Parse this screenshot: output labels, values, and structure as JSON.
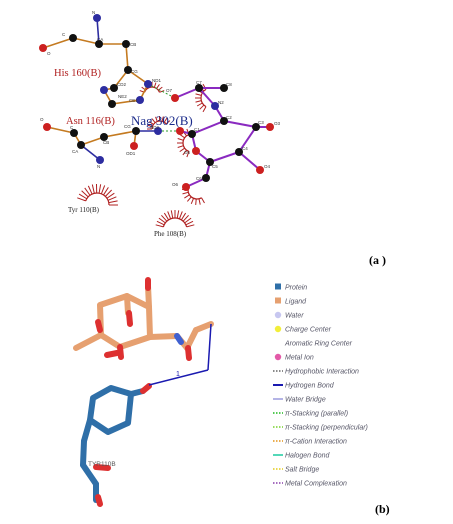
{
  "panel_a": {
    "label": "(a )",
    "residues": {
      "his": "His 160(B)",
      "asn": "Asn 116(B)",
      "nag": "Nag 302(B)",
      "tyr": "Tyr 110(B)",
      "phe": "Phe 108(B)"
    },
    "atom_labels": {
      "n1": "N",
      "ca1": "CA",
      "c1": "C",
      "o1": "O",
      "cb1": "CB",
      "cg1": "CG",
      "nd1": "ND1",
      "ce1": "CE1",
      "ne2": "NE2",
      "cd2": "CD2",
      "o2": "O",
      "c2": "C",
      "ca2": "CA",
      "n2": "N",
      "cb2": "CB",
      "cg2": "CG",
      "od1": "OD1",
      "nd2": "ND2",
      "o7": "O7",
      "c7": "C7",
      "c8": "C8",
      "n2n": "N2",
      "c2n": "C2",
      "c1n": "C1",
      "o5": "O5",
      "c3": "C3",
      "o3": "O3",
      "c4": "C4",
      "o4": "O4",
      "c5": "C5",
      "c6": "C6",
      "o6": "O6"
    }
  },
  "panel_b": {
    "label": "(b)",
    "residue_label": "TYR110B",
    "hbond_count": "1",
    "legend": [
      {
        "label": "Protein",
        "color": "#2f6fa8",
        "marker": "square"
      },
      {
        "label": "Ligand",
        "color": "#e6a070",
        "marker": "square"
      },
      {
        "label": "Water",
        "color": "#c7c7f0",
        "marker": "circle"
      },
      {
        "label": "Charge Center",
        "color": "#f2ee3a",
        "marker": "circle"
      },
      {
        "label": "Aromatic Ring Center",
        "color": "#ffffff",
        "marker": "none"
      },
      {
        "label": "Metal Ion",
        "color": "#e35aa8",
        "marker": "circle"
      },
      {
        "label": "Hydrophobic Interaction",
        "color": "#7a7a7a",
        "marker": "dotted"
      },
      {
        "label": "Hydrogen Bond",
        "color": "#1a1ab0",
        "marker": "solid"
      },
      {
        "label": "Water Bridge",
        "color": "#b4b4e6",
        "marker": "solid"
      },
      {
        "label": "π-Stacking (parallel)",
        "color": "#3ec43e",
        "marker": "dotted"
      },
      {
        "label": "π-Stacking (perpendicular)",
        "color": "#8bd84b",
        "marker": "dotted"
      },
      {
        "label": "π-Cation Interaction",
        "color": "#e8a23a",
        "marker": "dotted"
      },
      {
        "label": "Halogen Bond",
        "color": "#54d8b8",
        "marker": "solid"
      },
      {
        "label": "Salt Bridge",
        "color": "#e8d23a",
        "marker": "dotted"
      },
      {
        "label": "Metal Complexation",
        "color": "#9a5ab8",
        "marker": "dotted"
      }
    ]
  }
}
